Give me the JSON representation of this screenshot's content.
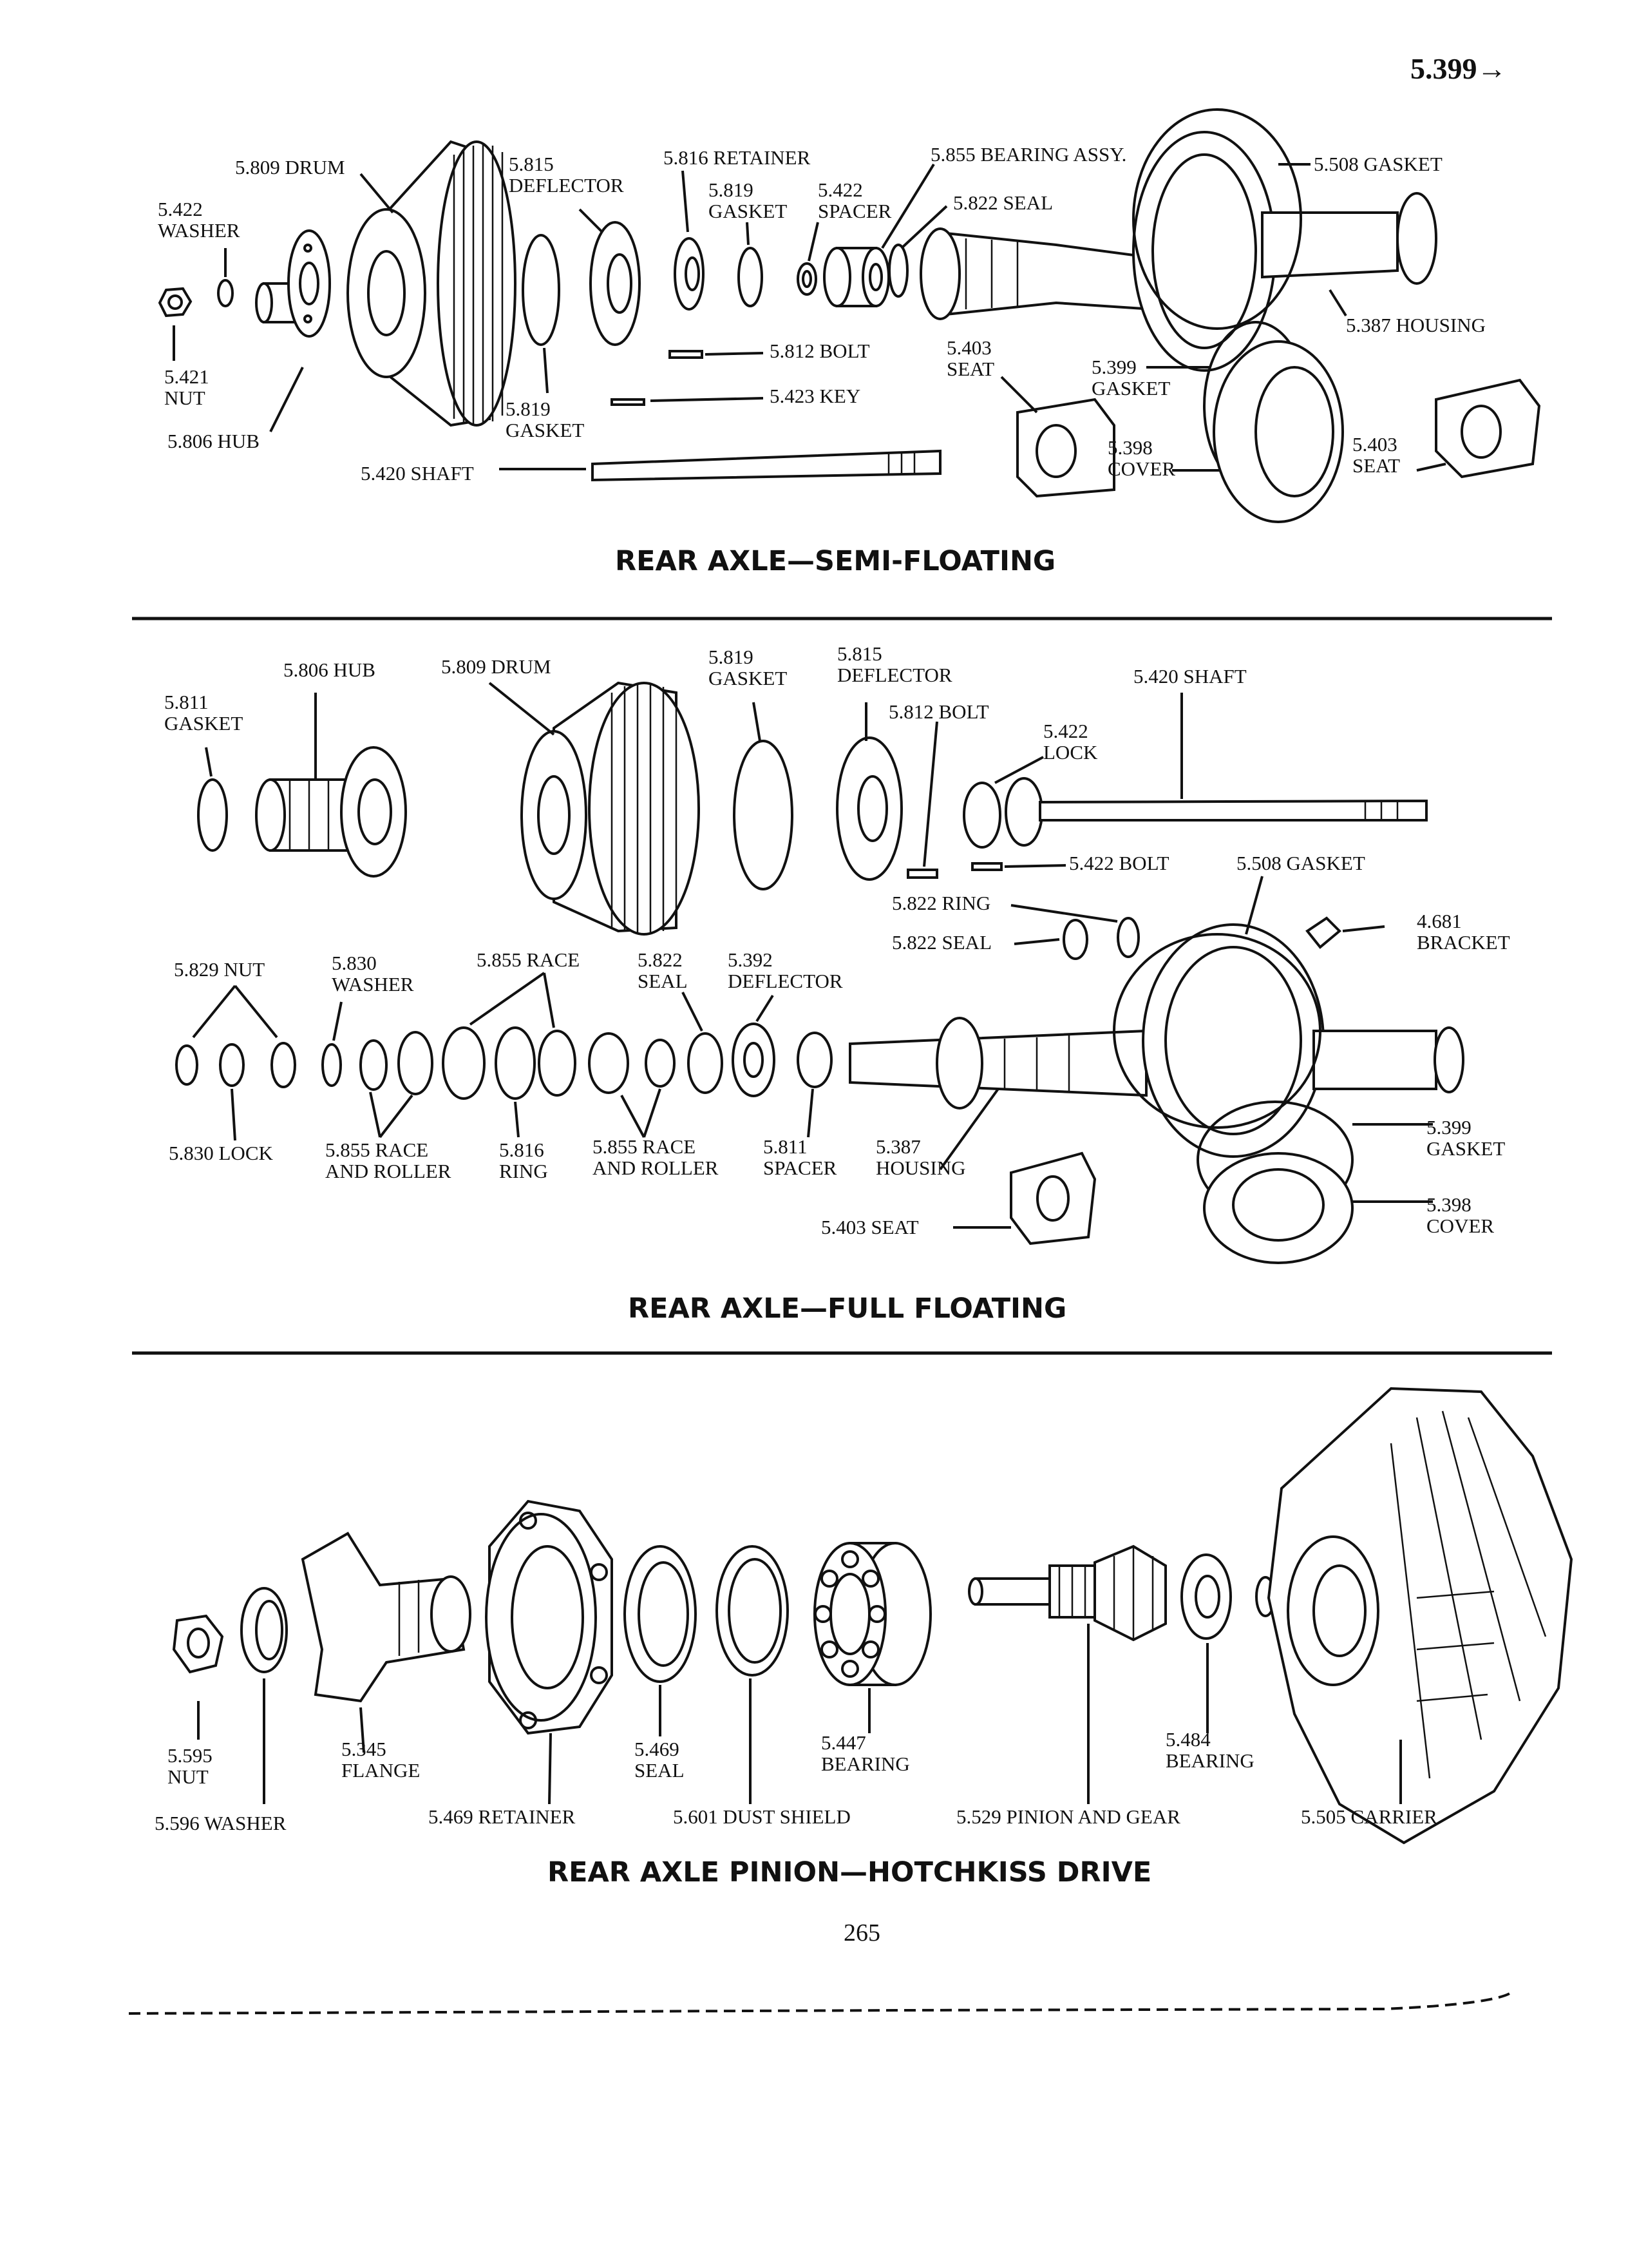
{
  "page": {
    "ref": "5.399→",
    "number": "265"
  },
  "sections": [
    {
      "title": "REAR AXLE—SEMI-FLOATING",
      "labels": [
        {
          "id": "s1-drum",
          "lines": [
            "5.809 DRUM"
          ]
        },
        {
          "id": "s1-deflector",
          "lines": [
            "5.815",
            "DEFLECTOR"
          ]
        },
        {
          "id": "s1-retainer",
          "lines": [
            "5.816 RETAINER"
          ]
        },
        {
          "id": "s1-gasket-819",
          "lines": [
            "5.819",
            "GASKET"
          ]
        },
        {
          "id": "s1-spacer",
          "lines": [
            "5.422",
            "SPACER"
          ]
        },
        {
          "id": "s1-bearing",
          "lines": [
            "5.855 BEARING ASSY."
          ]
        },
        {
          "id": "s1-seal",
          "lines": [
            "5.822 SEAL"
          ]
        },
        {
          "id": "s1-gasket-508",
          "lines": [
            "5.508 GASKET"
          ]
        },
        {
          "id": "s1-washer",
          "lines": [
            "5.422",
            "WASHER"
          ]
        },
        {
          "id": "s1-nut",
          "lines": [
            "5.421",
            "NUT"
          ]
        },
        {
          "id": "s1-hub",
          "lines": [
            "5.806 HUB"
          ]
        },
        {
          "id": "s1-gasket-819b",
          "lines": [
            "5.819",
            "GASKET"
          ]
        },
        {
          "id": "s1-bolt",
          "lines": [
            "5.812 BOLT"
          ]
        },
        {
          "id": "s1-key",
          "lines": [
            "5.423 KEY"
          ]
        },
        {
          "id": "s1-shaft",
          "lines": [
            "5.420 SHAFT"
          ]
        },
        {
          "id": "s1-seat",
          "lines": [
            "5.403",
            "SEAT"
          ]
        },
        {
          "id": "s1-gasket-399",
          "lines": [
            "5.399",
            "GASKET"
          ]
        },
        {
          "id": "s1-cover",
          "lines": [
            "5.398",
            "COVER"
          ]
        },
        {
          "id": "s1-housing",
          "lines": [
            "5.387 HOUSING"
          ]
        },
        {
          "id": "s1-seat-b",
          "lines": [
            "5.403",
            "SEAT"
          ]
        }
      ]
    },
    {
      "title": "REAR AXLE—FULL FLOATING",
      "labels": [
        {
          "id": "s2-gasket-811",
          "lines": [
            "5.811",
            "GASKET"
          ]
        },
        {
          "id": "s2-hub",
          "lines": [
            "5.806 HUB"
          ]
        },
        {
          "id": "s2-drum",
          "lines": [
            "5.809 DRUM"
          ]
        },
        {
          "id": "s2-gasket-819",
          "lines": [
            "5.819",
            "GASKET"
          ]
        },
        {
          "id": "s2-deflector",
          "lines": [
            "5.815",
            "DEFLECTOR"
          ]
        },
        {
          "id": "s2-bolt-812",
          "lines": [
            "5.812 BOLT"
          ]
        },
        {
          "id": "s2-lock-422",
          "lines": [
            "5.422",
            "LOCK"
          ]
        },
        {
          "id": "s2-shaft",
          "lines": [
            "5.420 SHAFT"
          ]
        },
        {
          "id": "s2-bolt-422",
          "lines": [
            "5.422 BOLT"
          ]
        },
        {
          "id": "s2-gasket-508",
          "lines": [
            "5.508 GASKET"
          ]
        },
        {
          "id": "s2-ring-822",
          "lines": [
            "5.822 RING"
          ]
        },
        {
          "id": "s2-seal-822",
          "lines": [
            "5.822 SEAL"
          ]
        },
        {
          "id": "s2-bracket",
          "lines": [
            "4.681",
            "BRACKET"
          ]
        },
        {
          "id": "s2-nut",
          "lines": [
            "5.829 NUT"
          ]
        },
        {
          "id": "s2-washer",
          "lines": [
            "5.830",
            "WASHER"
          ]
        },
        {
          "id": "s2-race",
          "lines": [
            "5.855 RACE"
          ]
        },
        {
          "id": "s2-seal-b",
          "lines": [
            "5.822",
            "SEAL"
          ]
        },
        {
          "id": "s2-deflector-392",
          "lines": [
            "5.392",
            "DEFLECTOR"
          ]
        },
        {
          "id": "s2-lock-830",
          "lines": [
            "5.830 LOCK"
          ]
        },
        {
          "id": "s2-race-roller",
          "lines": [
            "5.855 RACE",
            "AND ROLLER"
          ]
        },
        {
          "id": "s2-ring-816",
          "lines": [
            "5.816",
            "RING"
          ]
        },
        {
          "id": "s2-race-roller-b",
          "lines": [
            "5.855 RACE",
            "AND ROLLER"
          ]
        },
        {
          "id": "s2-spacer",
          "lines": [
            "5.811",
            "SPACER"
          ]
        },
        {
          "id": "s2-housing",
          "lines": [
            "5.387",
            "HOUSING"
          ]
        },
        {
          "id": "s2-gasket-399",
          "lines": [
            "5.399",
            "GASKET"
          ]
        },
        {
          "id": "s2-cover",
          "lines": [
            "5.398",
            "COVER"
          ]
        },
        {
          "id": "s2-seat",
          "lines": [
            "5.403 SEAT"
          ]
        }
      ]
    },
    {
      "title": "REAR AXLE PINION—HOTCHKISS DRIVE",
      "labels": [
        {
          "id": "s3-nut",
          "lines": [
            "5.595",
            "NUT"
          ]
        },
        {
          "id": "s3-washer",
          "lines": [
            "5.596 WASHER"
          ]
        },
        {
          "id": "s3-flange",
          "lines": [
            "5.345",
            "FLANGE"
          ]
        },
        {
          "id": "s3-retainer",
          "lines": [
            "5.469 RETAINER"
          ]
        },
        {
          "id": "s3-seal",
          "lines": [
            "5.469",
            "SEAL"
          ]
        },
        {
          "id": "s3-dust",
          "lines": [
            "5.601 DUST SHIELD"
          ]
        },
        {
          "id": "s3-bearing-447",
          "lines": [
            "5.447",
            "BEARING"
          ]
        },
        {
          "id": "s3-pinion",
          "lines": [
            "5.529 PINION AND GEAR"
          ]
        },
        {
          "id": "s3-bearing-484",
          "lines": [
            "5.484",
            "BEARING"
          ]
        },
        {
          "id": "s3-carrier",
          "lines": [
            "5.505 CARRIER"
          ]
        }
      ]
    }
  ]
}
